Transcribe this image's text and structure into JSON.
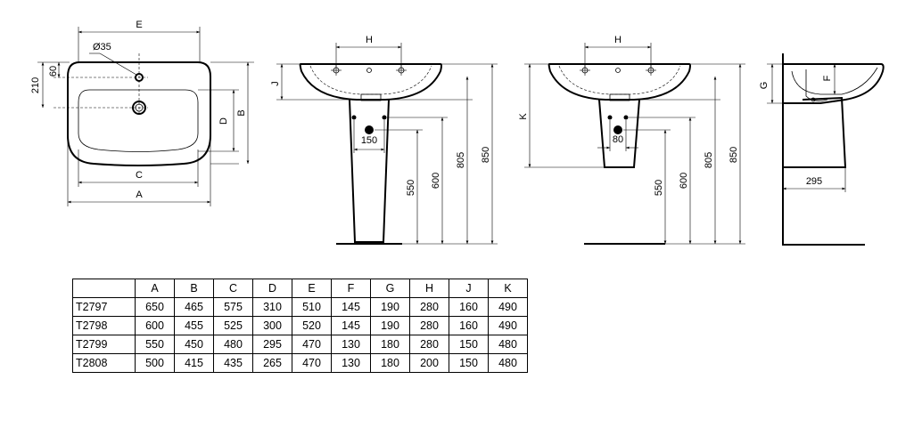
{
  "drawing": {
    "plan": {
      "dim_E": "E",
      "dim_hole": "Ø35",
      "dim_60": "60",
      "dim_210": "210",
      "dim_D": "D",
      "dim_B": "B",
      "dim_C": "C",
      "dim_A": "A"
    },
    "front": {
      "dim_H": "H",
      "dim_J": "J",
      "dim_150": "150",
      "dim_550": "550",
      "dim_600": "600",
      "dim_805": "805",
      "dim_850": "850"
    },
    "semi": {
      "dim_H": "H",
      "dim_K": "K",
      "dim_80": "80",
      "dim_550": "550",
      "dim_600": "600",
      "dim_805": "805",
      "dim_850": "850"
    },
    "side": {
      "dim_G": "G",
      "dim_F": "F",
      "dim_295": "295"
    }
  },
  "table": {
    "headers": [
      "",
      "A",
      "B",
      "C",
      "D",
      "E",
      "F",
      "G",
      "H",
      "J",
      "K"
    ],
    "rows": [
      [
        "T2797",
        "650",
        "465",
        "575",
        "310",
        "510",
        "145",
        "190",
        "280",
        "160",
        "490"
      ],
      [
        "T2798",
        "600",
        "455",
        "525",
        "300",
        "520",
        "145",
        "190",
        "280",
        "160",
        "490"
      ],
      [
        "T2799",
        "550",
        "450",
        "480",
        "295",
        "470",
        "130",
        "180",
        "280",
        "150",
        "480"
      ],
      [
        "T2808",
        "500",
        "415",
        "435",
        "265",
        "470",
        "130",
        "180",
        "200",
        "150",
        "480"
      ]
    ]
  }
}
